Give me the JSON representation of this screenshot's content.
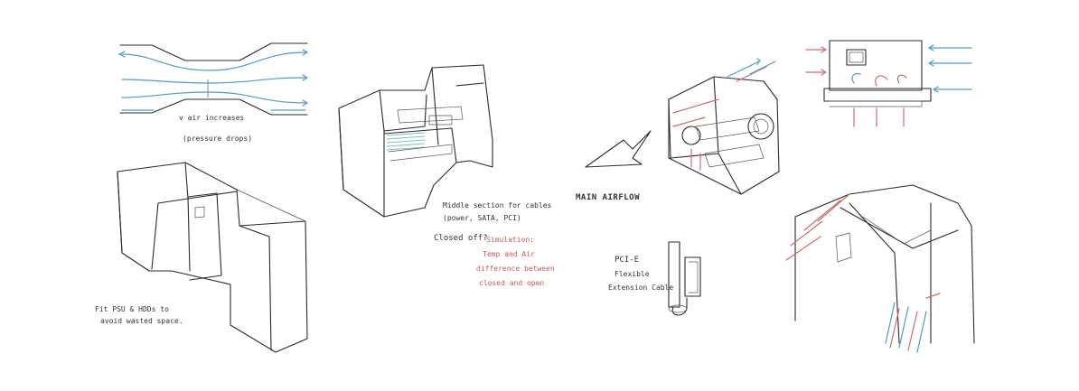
{
  "annotations": {
    "venturi": {
      "velocity": "v air increases",
      "pressure": "(pressure drops)"
    },
    "case_block": {
      "fit_note_line1": "Fit PSU & HDDs to",
      "fit_note_line2": "avoid wasted space."
    },
    "middle_section": {
      "line1": "Middle section for cables",
      "line2": "(power, SATA, PCI)",
      "closed_off": "Closed off?",
      "simulation_line1": "Simulation:",
      "simulation_line2": "Temp and Air",
      "simulation_line3": "difference between",
      "simulation_line4": "closed and open"
    },
    "airflow": {
      "main": "MAIN AIRFLOW"
    },
    "pcie": {
      "line1": "PCI-E",
      "line2": "Flexible",
      "line3": "Extension Cable"
    }
  },
  "colors": {
    "ink": "#2a2a2a",
    "airflow_blue": "#4a9ccc",
    "airflow_red": "#d16a70",
    "hatch_teal": "#7fc0b8"
  }
}
